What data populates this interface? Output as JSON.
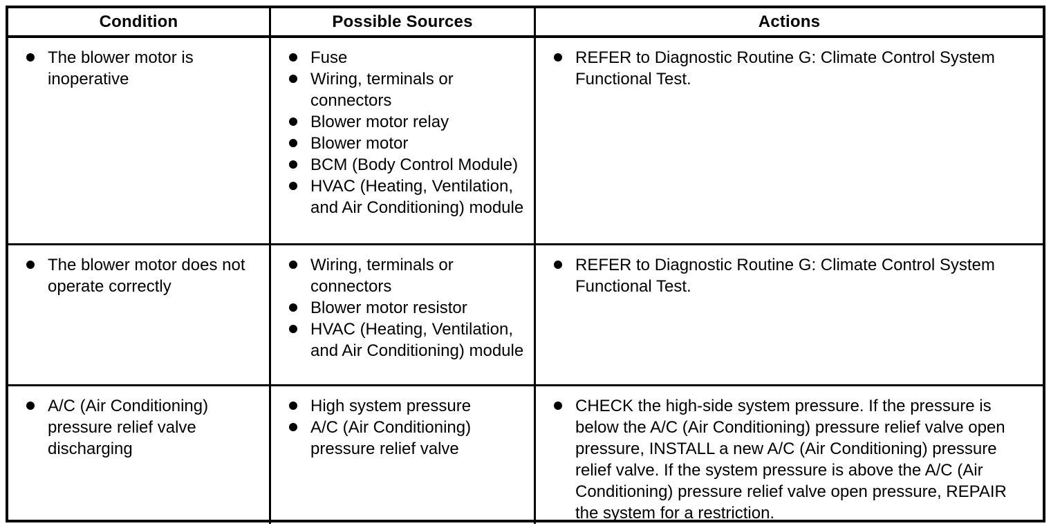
{
  "table": {
    "headers": [
      "Condition",
      "Possible Sources",
      "Actions"
    ],
    "rows": [
      {
        "condition": [
          "The blower motor is inoperative"
        ],
        "sources": [
          "Fuse",
          "Wiring, terminals or connectors",
          "Blower motor relay",
          "Blower motor",
          "BCM (Body Control Module)",
          "HVAC (Heating, Ventilation, and Air Conditioning) module"
        ],
        "actions": [
          "REFER to Diagnostic Routine G: Climate Control System Functional Test."
        ]
      },
      {
        "condition": [
          "The blower motor does not operate correctly"
        ],
        "sources": [
          "Wiring, terminals or connectors",
          "Blower motor resistor",
          "HVAC (Heating, Ventilation, and Air Conditioning) module"
        ],
        "actions": [
          "REFER to Diagnostic Routine G: Climate Control System Functional Test."
        ]
      },
      {
        "condition": [
          "A/C (Air Conditioning) pressure relief valve discharging"
        ],
        "sources": [
          "High system pressure",
          "A/C (Air Conditioning) pressure relief valve"
        ],
        "actions": [
          "CHECK the high-side system pressure. If the pressure is below the A/C (Air Conditioning) pressure relief valve open pressure, INSTALL a new A/C (Air Conditioning) pressure relief valve. If the system pressure is above the A/C (Air Conditioning) pressure relief valve open pressure, REPAIR the system for a restriction."
        ]
      }
    ]
  },
  "colors": {
    "border": "#000000",
    "text": "#000000",
    "background": "#ffffff"
  }
}
